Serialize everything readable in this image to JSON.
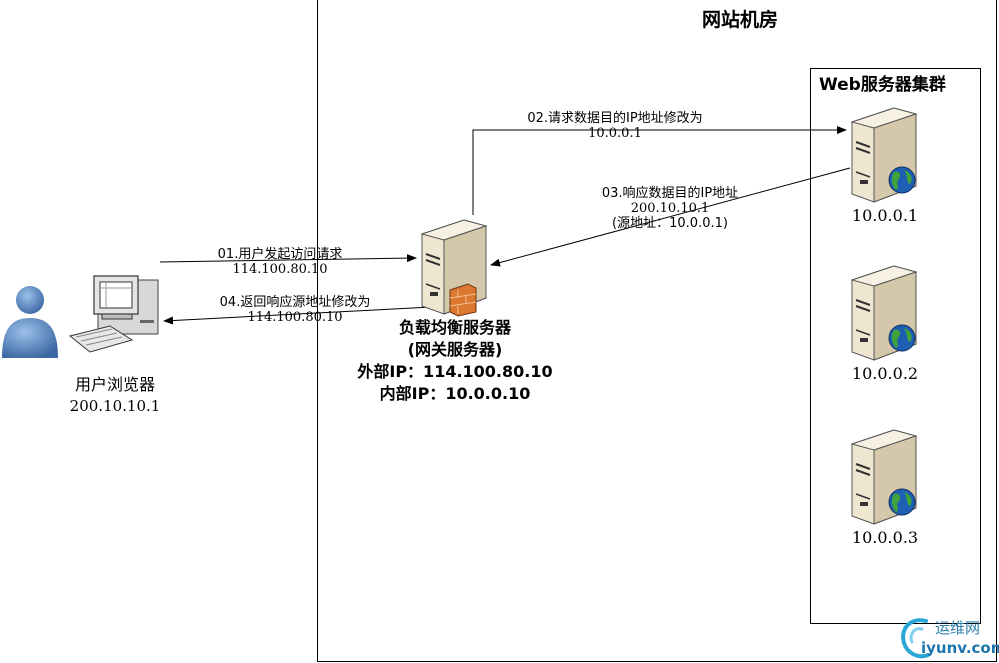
{
  "diagram": {
    "datacenter_title": "网站机房",
    "cluster_title": "Web服务器集群",
    "user": {
      "label": "用户浏览器",
      "ip": "200.10.10.1"
    },
    "load_balancer": {
      "label": "负载均衡服务器",
      "sublabel": "(网关服务器)",
      "external_ip": "外部IP：114.100.80.10",
      "internal_ip": "内部IP：10.0.0.10"
    },
    "servers": [
      {
        "ip": "10.0.0.1"
      },
      {
        "ip": "10.0.0.2"
      },
      {
        "ip": "10.0.0.3"
      }
    ],
    "steps": {
      "s01_line1": "01.用户发起访问请求",
      "s01_line2": "114.100.80.10",
      "s02_line1": "02.请求数据目的IP地址修改为",
      "s02_line2": "10.0.0.1",
      "s03_line1": "03.响应数据目的IP地址",
      "s03_line2": "200.10.10.1",
      "s03_line3": "(源地址：10.0.0.1)",
      "s04_line1": "04.返回响应源地址修改为",
      "s04_line2": "114.100.80.10"
    },
    "watermark": {
      "line1": "运维网",
      "line2": "iyunv.com"
    }
  },
  "colors": {
    "line": "#000000",
    "server_body": "#e6dcc6",
    "globe_blue": "#1e5fb4",
    "globe_green": "#3ea33a",
    "user_blue": "#4f7fb8",
    "firewall": "#d9782e"
  }
}
